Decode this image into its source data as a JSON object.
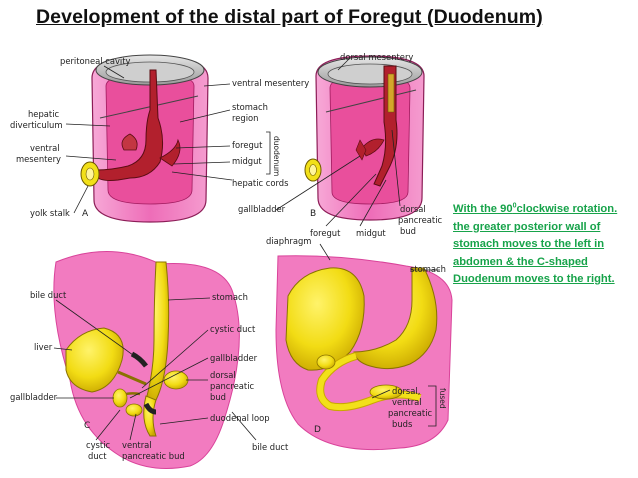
{
  "title": "Development of the distal part of Foregut (Duodenum)",
  "caption": {
    "line1_pre": "With the 90",
    "line1_sup": "0",
    "line1_post": "clockwise rotation.",
    "line2": "the greater posterior wall of",
    "line3": "stomach  moves to the left in",
    "line4": "abdomen & the C-shaped",
    "line5": "Duodenum moves to the right."
  },
  "panel_a": {
    "letter": "A",
    "labels": {
      "peritoneal_cavity": "peritoneal cavity",
      "hepatic_diverticulum_1": "hepatic",
      "hepatic_diverticulum_2": "diverticulum",
      "ventral_mesentery_1": "ventral",
      "ventral_mesentery_2": "mesentery",
      "yolk_stalk": "yolk stalk",
      "ventral_mesentery_top": "ventral mesentery",
      "stomach_region_1": "stomach",
      "stomach_region_2": "region",
      "foregut": "foregut",
      "midgut": "midgut",
      "hepatic_cords": "hepatic cords",
      "duodenum_vertical": "duodenum"
    }
  },
  "panel_b": {
    "letter": "B",
    "labels": {
      "dorsal_mesentery": "dorsal mesentery",
      "gallbladder": "gallbladder",
      "foregut": "foregut",
      "midgut": "midgut",
      "dorsal_pancreatic_bud_1": "dorsal",
      "dorsal_pancreatic_bud_2": "pancreatic",
      "dorsal_pancreatic_bud_3": "bud"
    }
  },
  "panel_c": {
    "letter": "C",
    "labels": {
      "bile_duct": "bile duct",
      "liver": "liver",
      "gallbladder": "gallbladder",
      "cystic_duct_1": "cystic",
      "cystic_duct_2": "duct",
      "ventral_pancreatic_bud_1": "ventral",
      "ventral_pancreatic_bud_2": "pancreatic bud",
      "stomach": "stomach",
      "cystic_duct": "cystic duct",
      "gallbladder_mid": "gallbladder",
      "dorsal_pancreatic_bud_1": "dorsal",
      "dorsal_pancreatic_bud_2": "pancreatic",
      "dorsal_pancreatic_bud_3": "bud",
      "duodenal_loop": "duodenal loop",
      "bile_duct_bottom": "bile duct"
    }
  },
  "panel_d": {
    "letter": "D",
    "labels": {
      "diaphragm": "diaphragm",
      "stomach": "stomach",
      "dorsal_ventral_1": "dorsal,",
      "dorsal_ventral_2": "ventral",
      "pancreatic_buds_1": "pancreatic",
      "pancreatic_buds_2": "buds",
      "fused_vertical": "fused"
    }
  },
  "colors": {
    "pink": "#f27bc0",
    "pink_dark": "#d9439a",
    "red_gut": "#b2202d",
    "yellow": "#f2e019",
    "yellow_dark": "#c8a800",
    "caption_green": "#17a34a"
  }
}
